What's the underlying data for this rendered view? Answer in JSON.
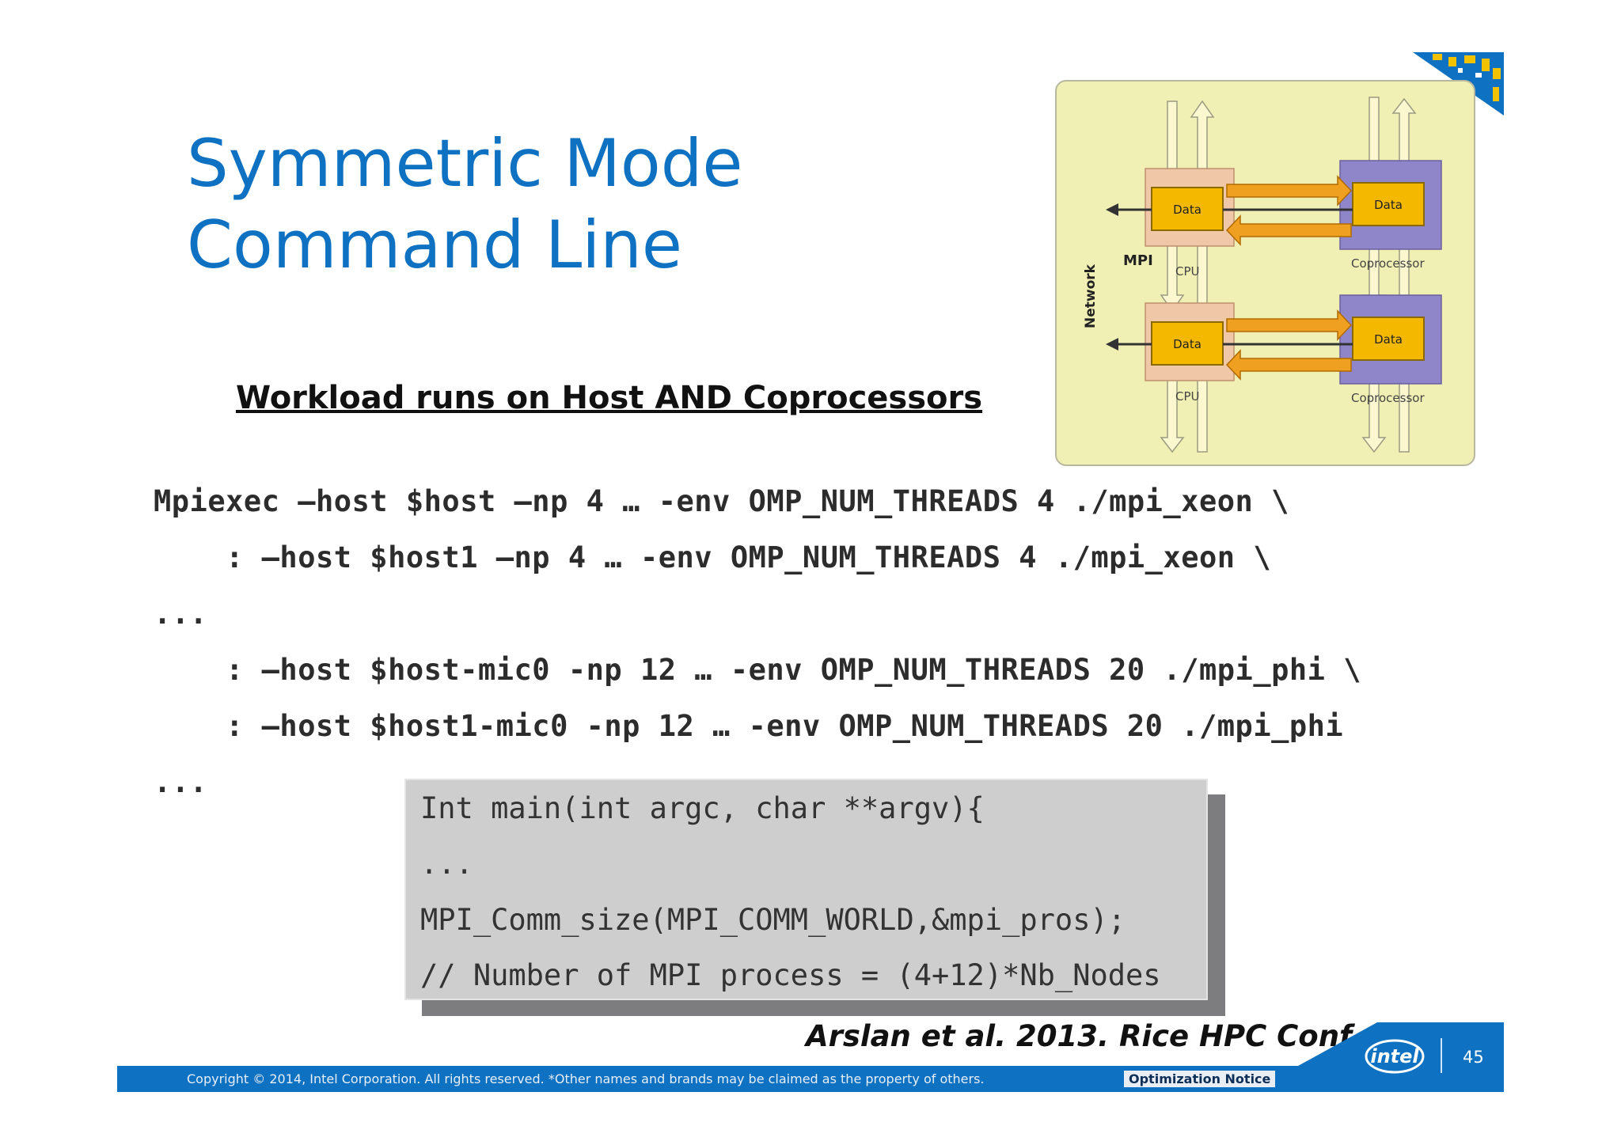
{
  "title": {
    "line1": "Symmetric Mode",
    "line2": "Command Line"
  },
  "subtitle": "Workload runs on Host  AND Coprocessors",
  "commands": [
    "Mpiexec –host $host –np 4 … -env OMP_NUM_THREADS 4 ./mpi_xeon \\",
    "    : –host $host1 –np 4 … -env OMP_NUM_THREADS 4 ./mpi_xeon \\",
    "...",
    "    : –host $host-mic0 -np 12 … -env OMP_NUM_THREADS 20 ./mpi_phi \\",
    "    : –host $host1-mic0 -np 12 … -env OMP_NUM_THREADS 20 ./mpi_phi",
    "..."
  ],
  "code": [
    "Int main(int argc, char **argv){",
    "...",
    "MPI_Comm_size(MPI_COMM_WORLD,&mpi_pros);",
    "// Number of MPI process = (4+12)*Nb_Nodes"
  ],
  "citation": "Arslan et al. 2013. Rice HPC Conf.",
  "diagram": {
    "network_label": "Network",
    "mpi_label": "MPI",
    "data_label": "Data",
    "cpu_label": "CPU",
    "coprocessor_label": "Coprocessor"
  },
  "footer": {
    "copyright": "Copyright ©  2014, Intel Corporation. All rights reserved. *Other names and brands may be claimed as the property of others.",
    "notice": "Optimization Notice",
    "logo": "intel",
    "page": "45"
  },
  "colors": {
    "accent": "#0f71c1",
    "data_box": "#f5b800",
    "arrow": "#f0a020"
  }
}
